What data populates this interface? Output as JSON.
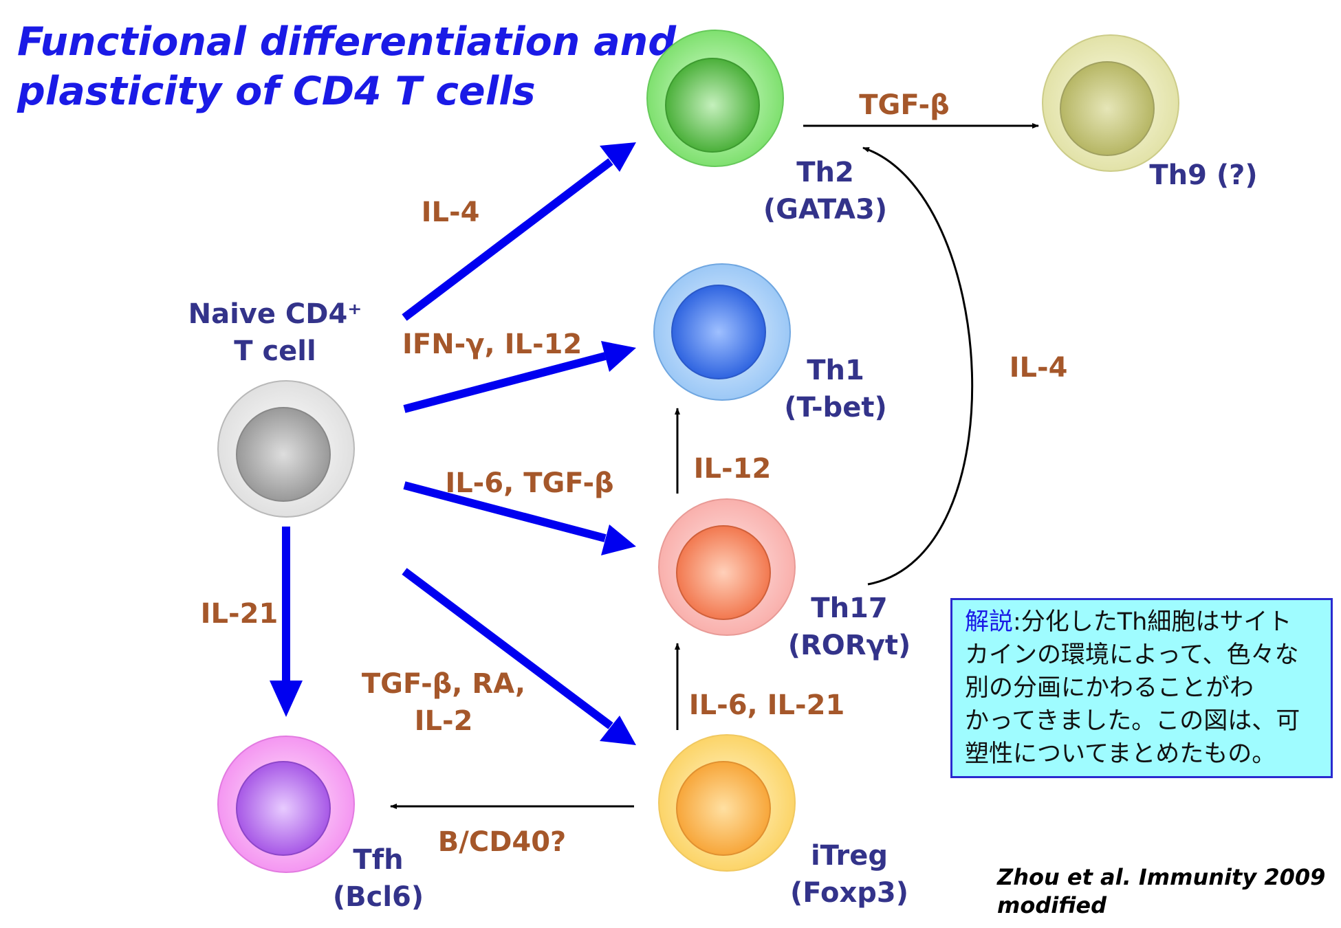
{
  "title": [
    "Functional differentiation and",
    "plasticity of CD4 T cells"
  ],
  "cells": {
    "naive": {
      "line1": "Naive CD4⁺",
      "line2": "T cell",
      "color": "#a8a8a8"
    },
    "th2": {
      "line1": "Th2",
      "line2": "(GATA3)",
      "color": "#5cc64a"
    },
    "th9": {
      "line1": "Th9 (?)",
      "color": "#bcbc66"
    },
    "th1": {
      "line1": "Th1",
      "line2": "(T-bet)",
      "color": "#3377e6"
    },
    "th17": {
      "line1": "Th17",
      "line2": "(RORγt)",
      "color": "#f27a5c"
    },
    "itreg": {
      "line1": "iTreg",
      "line2": "(Foxp3)",
      "color": "#f7a83a"
    },
    "tfh": {
      "line1": "Tfh",
      "line2": "(Bcl6)",
      "color": "#b258e8"
    }
  },
  "cytokines": {
    "to_th2": "IL-4",
    "to_th1": "IFN-γ, IL-12",
    "to_th17": "IL-6, TGF-β",
    "to_itreg": [
      "TGF-β, RA,",
      "IL-2"
    ],
    "to_tfh": "IL-21",
    "th2_to_th9": "TGF-β",
    "th17_to_th2": "IL-4",
    "th17_to_th1": "IL-12",
    "itreg_to_th17": "IL-6, IL-21",
    "itreg_to_tfh": "B/CD40?"
  },
  "note": {
    "keyword": "解説",
    "lines": [
      ":分化したTh細胞はサイト",
      "カインの環境によって、色々な",
      "別の分画にかわることがわ",
      "かってきました。この図は、可",
      "塑性についてまとめたもの。"
    ]
  },
  "credit": [
    "Zhou et al. Immunity 2009",
    "modified"
  ],
  "colors": {
    "title": "#1a1ae6",
    "cell_label": "#33338a",
    "cytokine": "#a5572a",
    "arrow_main": "#0000f0",
    "note_bg": "#9ffcff"
  }
}
